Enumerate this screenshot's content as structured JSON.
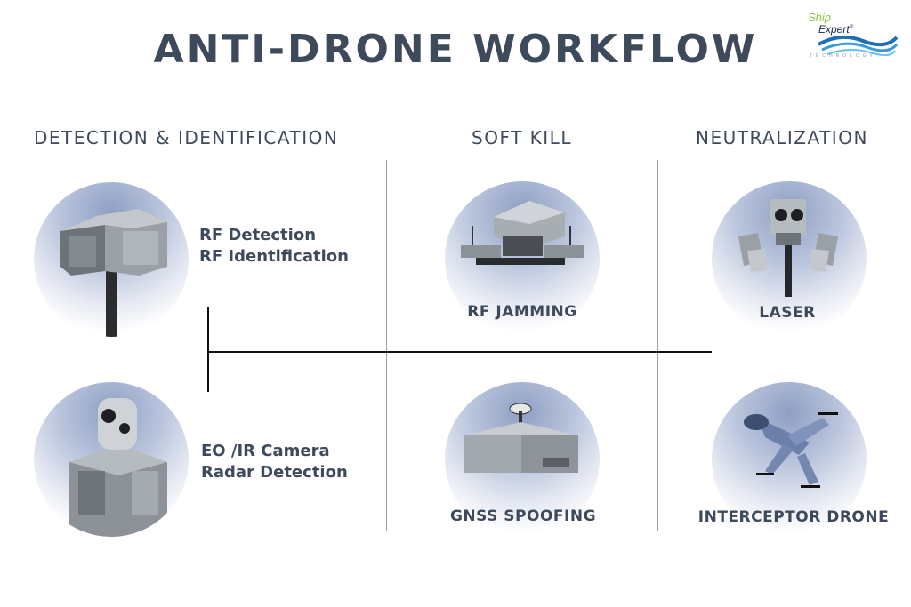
{
  "title": "ANTI-DRONE WORKFLOW",
  "logo": {
    "line1": "Ship",
    "line2": "Expert",
    "reg": "®",
    "tagline": "TECHNOLOGY"
  },
  "columns": {
    "detection": "DETECTION & IDENTIFICATION",
    "soft_kill": "SOFT KILL",
    "neutralization": "NEUTRALIZATION"
  },
  "detection_items": [
    {
      "line1": "RF Detection",
      "line2": "RF Identification",
      "icon": "rf-detector-icon"
    },
    {
      "line1": "EO /IR Camera",
      "line2": "Radar Detection",
      "icon": "eo-ir-camera-icon"
    }
  ],
  "soft_kill_items": [
    {
      "label": "RF JAMMING",
      "icon": "rf-jammer-icon"
    },
    {
      "label": "GNSS SPOOFING",
      "icon": "gnss-spoofer-icon"
    }
  ],
  "neutralization_items": [
    {
      "label": "LASER",
      "icon": "laser-turret-icon"
    },
    {
      "label": "INTERCEPTOR DRONE",
      "icon": "interceptor-drone-icon"
    }
  ],
  "colors": {
    "text": "#3d4a5b",
    "circle": "#b9c4dc",
    "logo_green": "#8cc63f",
    "logo_blue": "#1f6fb5"
  }
}
